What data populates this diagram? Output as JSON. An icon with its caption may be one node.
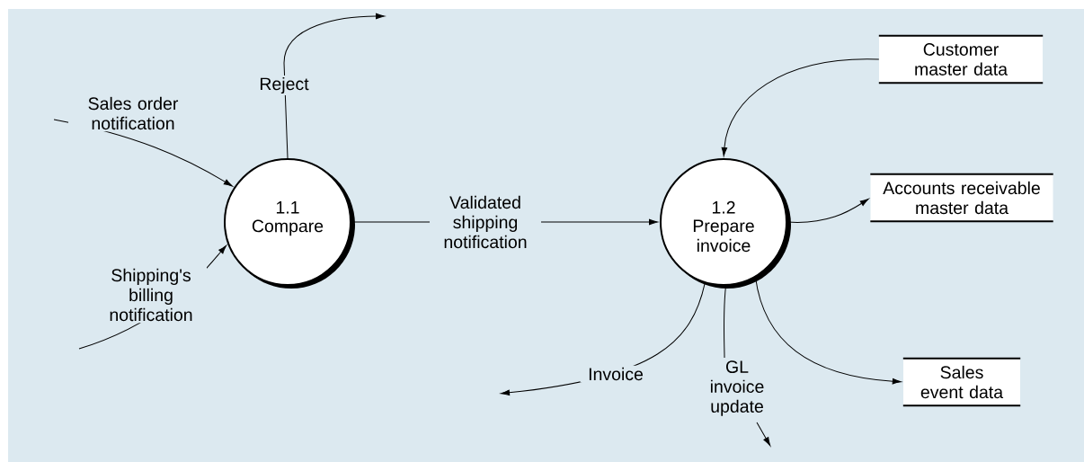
{
  "diagram": {
    "nodes": [
      {
        "text": [
          "1.1",
          "Compare"
        ]
      },
      {
        "text": [
          "1.2",
          "Prepare invoice"
        ]
      },
      {
        "text": [
          "Customer master data"
        ]
      },
      {
        "text": [
          "Accounts receivable master data"
        ]
      },
      {
        "text": [
          "Sales event data"
        ]
      }
    ],
    "edges": [
      {
        "from": null,
        "to": 0,
        "arrow": "to",
        "label": "Sales order notification"
      },
      {
        "from": null,
        "to": 0,
        "arrow": "to",
        "label": "Shipping's billing notification"
      },
      {
        "from": 0,
        "to": null,
        "arrow": "to",
        "label": "Reject"
      },
      {
        "from": 0,
        "to": 1,
        "arrow": "to",
        "label": "Validated shipping notification"
      },
      {
        "from": 2,
        "to": 1,
        "arrow": "to"
      },
      {
        "from": 1,
        "to": 3,
        "arrow": "to"
      },
      {
        "from": 1,
        "to": null,
        "arrow": "to",
        "label": "Invoice"
      },
      {
        "from": 1,
        "to": null,
        "arrow": "to",
        "label": "GL invoice update"
      },
      {
        "from": 1,
        "to": 4,
        "arrow": "to"
      }
    ]
  }
}
